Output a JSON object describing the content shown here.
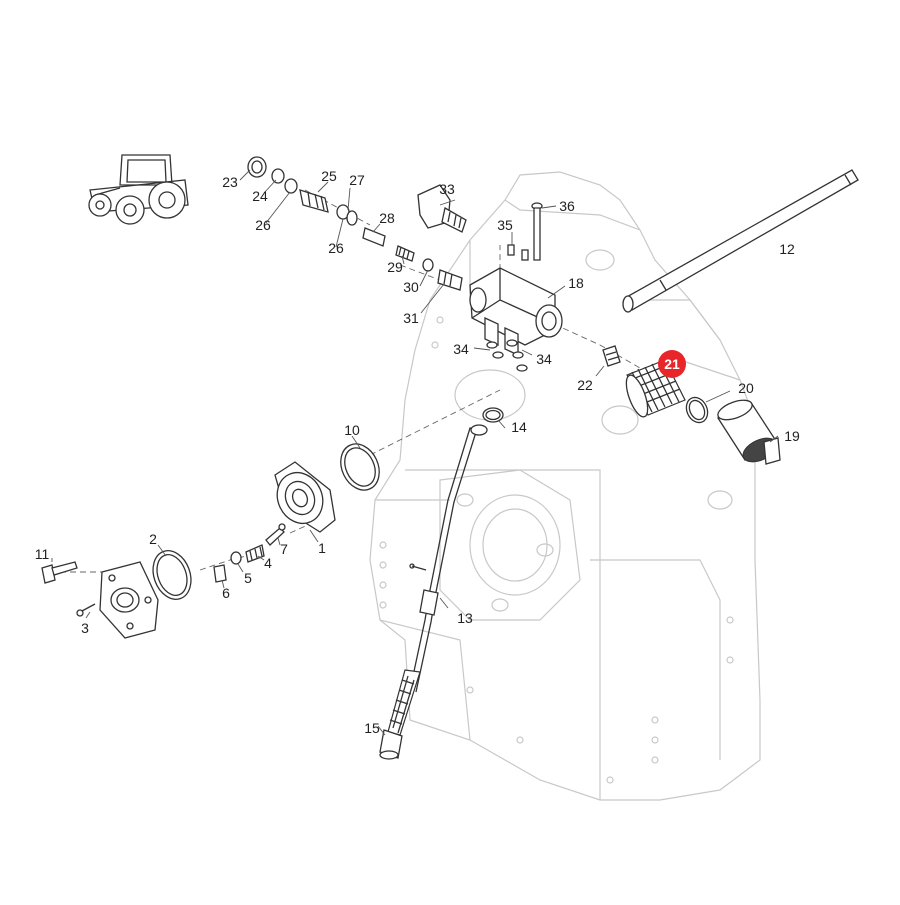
{
  "callouts": {
    "c1": "1",
    "c2": "2",
    "c3": "3",
    "c4": "4",
    "c5": "5",
    "c6": "6",
    "c7": "7",
    "c10": "10",
    "c11": "11",
    "c12": "12",
    "c13": "13",
    "c14": "14",
    "c15": "15",
    "c18": "18",
    "c19": "19",
    "c20": "20",
    "c21": "21",
    "c22": "22",
    "c23": "23",
    "c24": "24",
    "c25": "25",
    "c26a": "26",
    "c26b": "26",
    "c27": "27",
    "c28": "28",
    "c29": "29",
    "c30": "30",
    "c31": "31",
    "c33": "33",
    "c34a": "34",
    "c34b": "34",
    "c35": "35",
    "c36": "36"
  },
  "highlight": {
    "color": "#e8262a",
    "text_color": "#ffffff"
  }
}
